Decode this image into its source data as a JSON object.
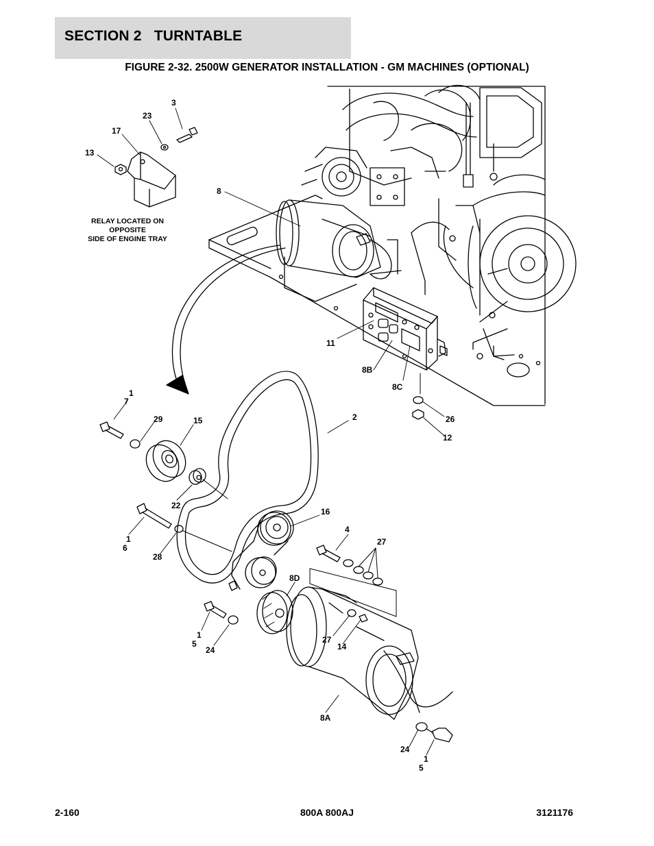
{
  "header": {
    "section": "SECTION 2   TURNTABLE"
  },
  "figure": {
    "title": "FIGURE 2-32. 2500W GENERATOR INSTALLATION - GM MACHINES (OPTIONAL)"
  },
  "diagram": {
    "note_lines": [
      "RELAY LOCATED ON",
      "OPPOSITE",
      "SIDE OF ENGINE TRAY"
    ],
    "callouts": [
      "3",
      "23",
      "17",
      "13",
      "8",
      "11",
      "8B",
      "8C",
      "1",
      "7",
      "29",
      "15",
      "2",
      "26",
      "12",
      "22",
      "16",
      "1",
      "6",
      "28",
      "4",
      "27",
      "8D",
      "1",
      "5",
      "24",
      "27",
      "14",
      "8A",
      "24",
      "1",
      "5"
    ]
  },
  "footer": {
    "page": "2-160",
    "model": "800A 800AJ",
    "doc": "3121176"
  }
}
